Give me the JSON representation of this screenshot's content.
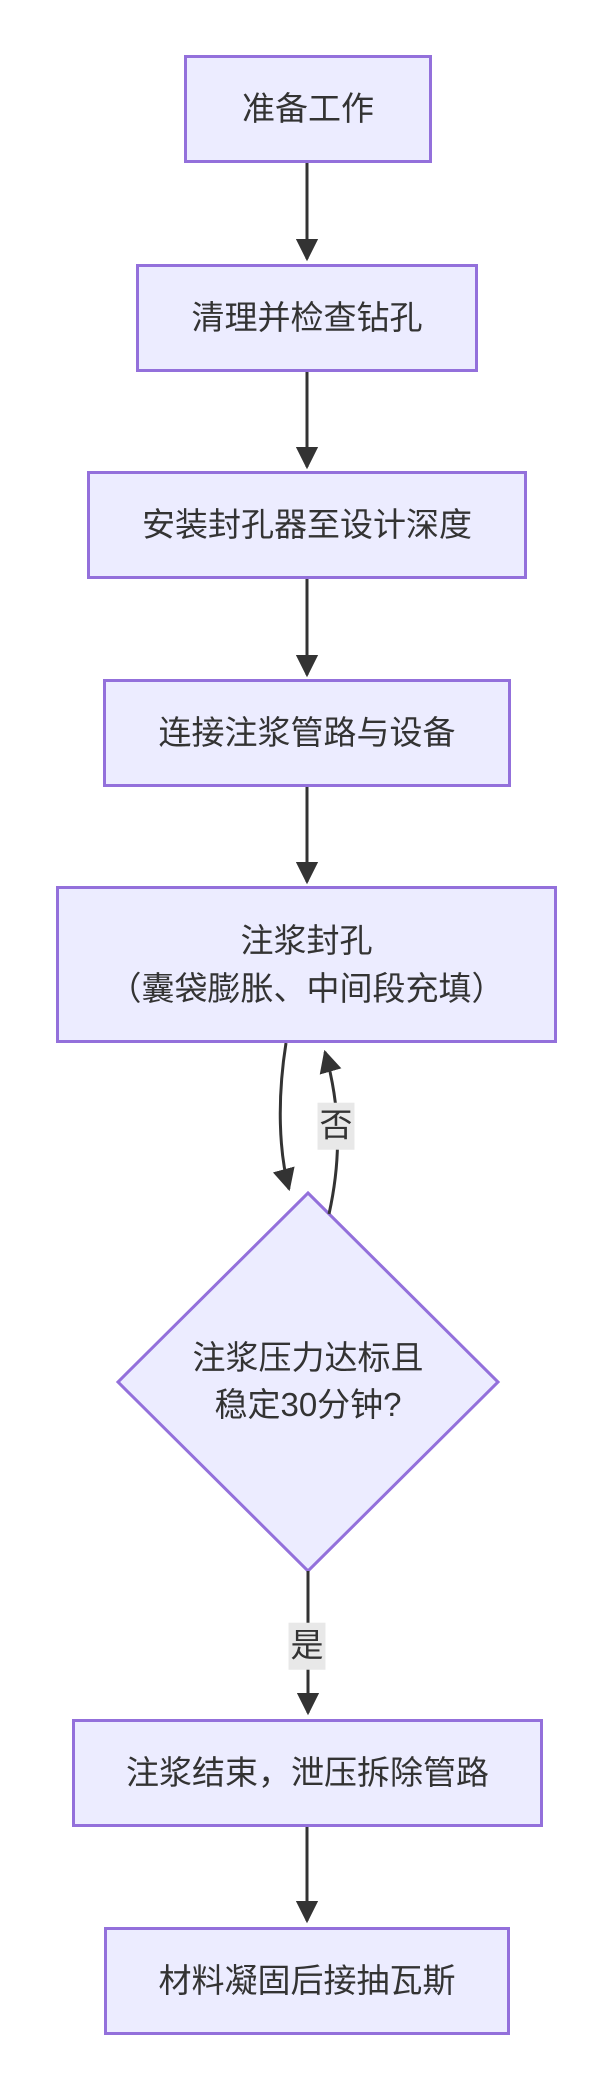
{
  "diagram": {
    "type": "flowchart",
    "direction": "top-down",
    "colors": {
      "background": "#ffffff",
      "node_fill": "#ECECFF",
      "node_border": "#9370DB",
      "edge": "#333333",
      "text": "#333333",
      "edge_label_bg": "#e8e8e8"
    },
    "nodes": {
      "prepare": {
        "shape": "rect",
        "label": "准备工作"
      },
      "clean": {
        "shape": "rect",
        "label": "清理并检查钻孔"
      },
      "install": {
        "shape": "rect",
        "label": "安装封孔器至设计深度"
      },
      "connect": {
        "shape": "rect",
        "label": "连接注浆管路与设备"
      },
      "grout": {
        "shape": "rect",
        "line1": "注浆封孔",
        "line2": "（囊袋膨胀、中间段充填）"
      },
      "decision": {
        "shape": "diamond",
        "line1": "注浆压力达标且",
        "line2": "稳定30分钟?"
      },
      "finish": {
        "shape": "rect",
        "label": "注浆结束，泄压拆除管路"
      },
      "gas": {
        "shape": "rect",
        "label": "材料凝固后接抽瓦斯"
      }
    },
    "edge_labels": {
      "no": "否",
      "yes": "是"
    }
  }
}
